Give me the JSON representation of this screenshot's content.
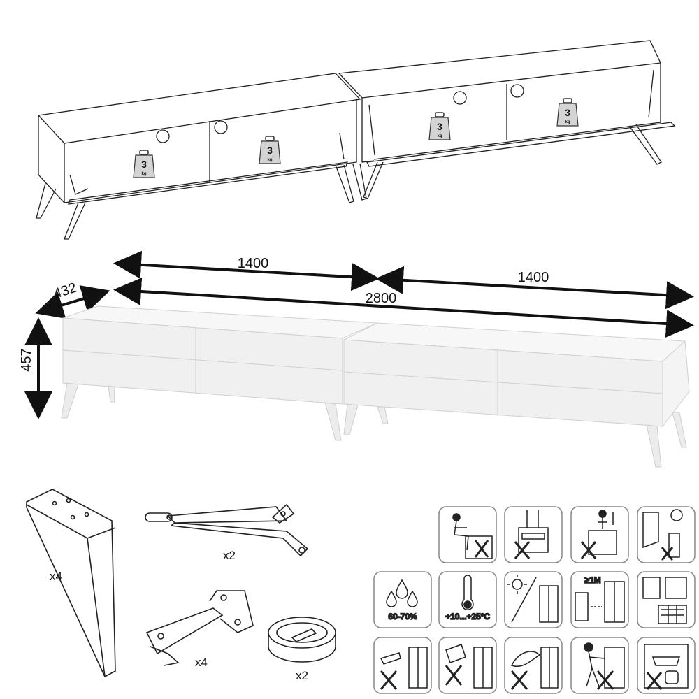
{
  "dimensions": {
    "half_width_left": "1400",
    "half_width_right": "1400",
    "total_width": "2800",
    "depth": "432",
    "height": "457"
  },
  "weight_badges": {
    "value": "3",
    "unit": "kg"
  },
  "parts": {
    "legs_qty": "x4",
    "lid_stay_qty": "x2",
    "hinge_qty": "x4",
    "cable_grommet_qty": "x2"
  },
  "care_icons": {
    "humidity_label": "60-70%",
    "temperature_label": "+10...+25ºC",
    "distance_label": "≥1M"
  }
}
